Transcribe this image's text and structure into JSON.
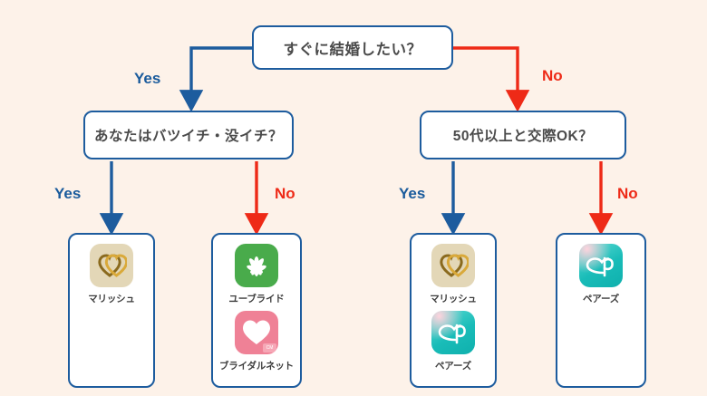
{
  "theme": {
    "background": "#fdf2e9",
    "box_border": "#1d5c9e",
    "yes_color": "#1a5b9c",
    "no_color": "#ee2a17",
    "text_color": "#4a4a4a"
  },
  "flowchart": {
    "type": "decision-tree",
    "root_question": "すぐに結婚したい？",
    "questions": [
      {
        "id": "q-root",
        "text": "すぐに結婚したい？"
      },
      {
        "id": "q-left",
        "text": "あなたはバツイチ・没イチ？"
      },
      {
        "id": "q-right",
        "text": "50代以上と交際OK？"
      }
    ],
    "edges": [
      {
        "id": "lbl-root-yes",
        "label": "Yes",
        "color": "#1a5b9c",
        "from": "q-root",
        "to": "q-left"
      },
      {
        "id": "lbl-root-no",
        "label": "No",
        "color": "#ee2a17",
        "from": "q-root",
        "to": "q-right"
      },
      {
        "id": "lbl-l-yes",
        "label": "Yes",
        "color": "#1a5b9c",
        "from": "q-left",
        "to": "card-1"
      },
      {
        "id": "lbl-l-no",
        "label": "No",
        "color": "#ee2a17",
        "from": "q-left",
        "to": "card-2"
      },
      {
        "id": "lbl-r-yes",
        "label": "Yes",
        "color": "#1a5b9c",
        "from": "q-right",
        "to": "card-3"
      },
      {
        "id": "lbl-r-no",
        "label": "No",
        "color": "#ee2a17",
        "from": "q-right",
        "to": "card-4"
      }
    ],
    "results": [
      {
        "id": "card-1",
        "apps": [
          {
            "name": "マリッシュ",
            "icon": "marrish-icon",
            "icon_color": "#e3d7b7"
          }
        ]
      },
      {
        "id": "card-2",
        "apps": [
          {
            "name": "ユーブライド",
            "icon": "youbride-icon",
            "icon_color": "#49ab4b"
          },
          {
            "name": "ブライダルネット",
            "icon": "bridalnet-icon",
            "icon_color": "#ef8196",
            "badge": "CM"
          }
        ]
      },
      {
        "id": "card-3",
        "apps": [
          {
            "name": "マリッシュ",
            "icon": "marrish-icon",
            "icon_color": "#e3d7b7"
          },
          {
            "name": "ペアーズ",
            "icon": "pairs-icon",
            "icon_color": "#25c3c0"
          }
        ]
      },
      {
        "id": "card-4",
        "apps": [
          {
            "name": "ペアーズ",
            "icon": "pairs-icon",
            "icon_color": "#25c3c0"
          }
        ]
      }
    ]
  }
}
